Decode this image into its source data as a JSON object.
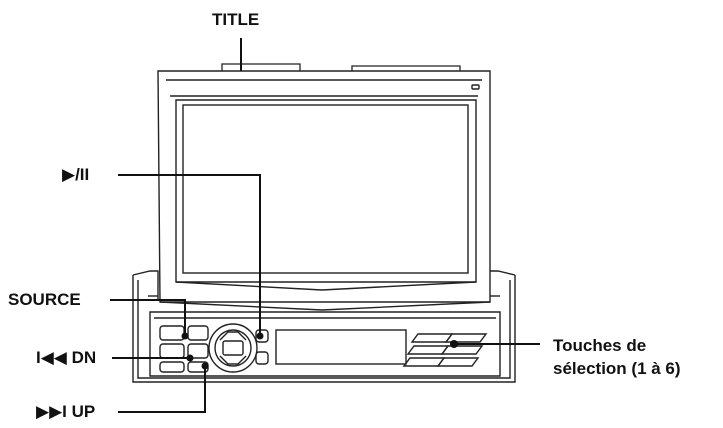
{
  "labels": {
    "title": "TITLE",
    "play_pause": "▶/II",
    "source": "SOURCE",
    "dn": "I◀◀ DN",
    "up": "▶▶I UP",
    "presets_line1": "Touches de",
    "presets_line2": "sélection (1 à 6)"
  }
}
